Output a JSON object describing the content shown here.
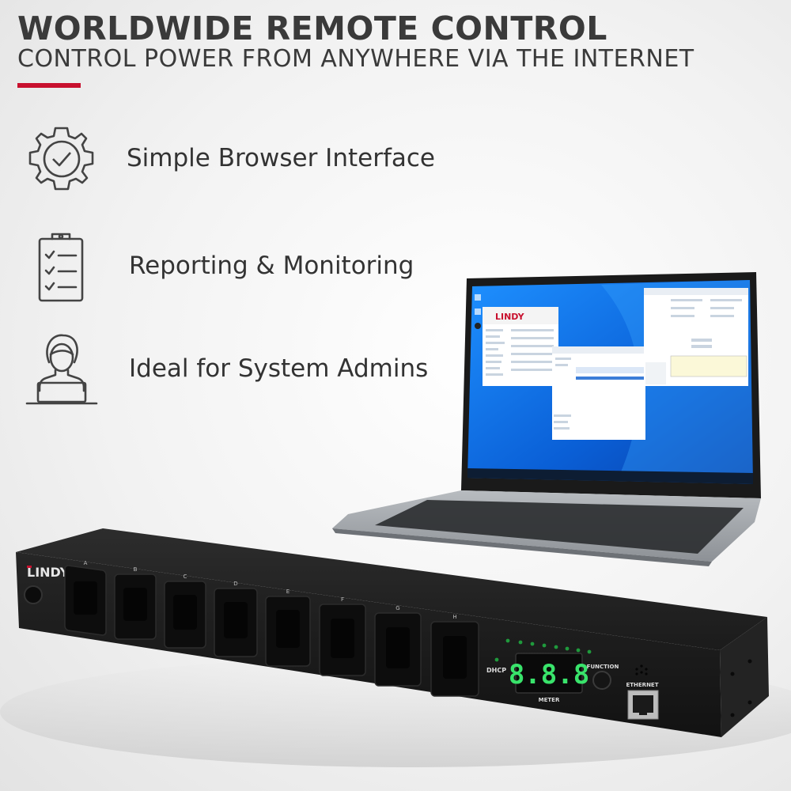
{
  "header": {
    "title": "WORLDWIDE REMOTE CONTROL",
    "subtitle": "CONTROL POWER FROM ANYWHERE VIA THE INTERNET",
    "accent_color": "#c8102e"
  },
  "features": [
    {
      "label": "Simple Browser Interface",
      "icon": "gear-check-icon"
    },
    {
      "label": "Reporting & Monitoring",
      "icon": "clipboard-checklist-icon"
    },
    {
      "label": "Ideal for System Admins",
      "icon": "admin-user-icon"
    }
  ],
  "laptop": {
    "screen_logo": "LINDY"
  },
  "pdu": {
    "brand": "LINDY",
    "outlets": [
      "A",
      "B",
      "C",
      "D",
      "E",
      "F",
      "G",
      "H"
    ],
    "dhcp_label": "DHCP",
    "display_value": "8.8.8",
    "display_color": "#39e36b",
    "meter_label": "METER",
    "function_label": "FUNCTION",
    "ethernet_label": "ETHERNET"
  }
}
